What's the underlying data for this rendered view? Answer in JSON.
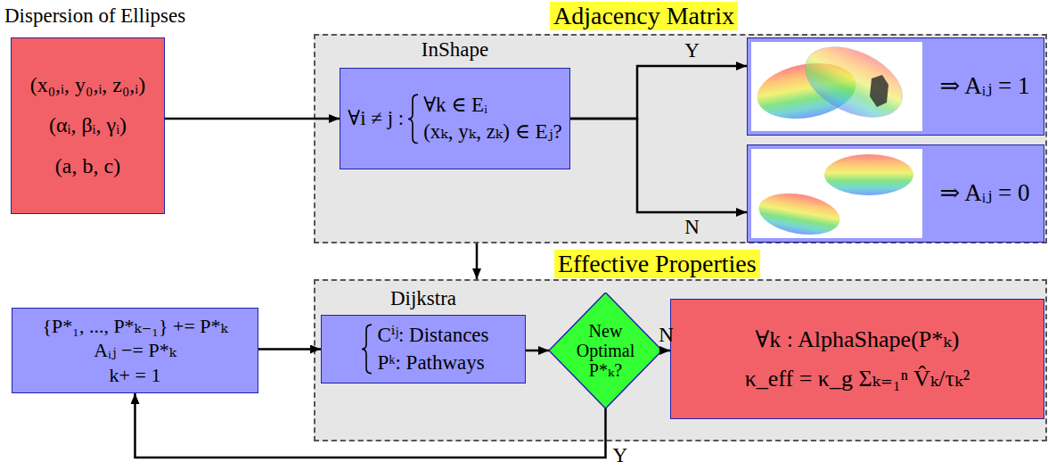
{
  "diagram": {
    "nodes": [
      {
        "text": [
          "Dispersion of Ellipses",
          "(x₀,ᵢ, y₀,ᵢ, z₀,ᵢ)",
          "(αᵢ, βᵢ, γᵢ)",
          "(a, b, c)"
        ]
      },
      {
        "text": [
          "Adjacency Matrix"
        ]
      },
      {
        "text": [
          "InShape",
          "∀i ≠ j :",
          "∀k ∈ Eᵢ",
          "(xₖ, yₖ, zₖ) ∈ Eⱼ?"
        ],
        "in": 1
      },
      {
        "text": [
          "⇒ Aᵢⱼ = 1"
        ],
        "in": 1
      },
      {
        "text": [
          "⇒ Aᵢⱼ = 0"
        ],
        "in": 1
      },
      {
        "text": [
          "{P*₁, ..., P*ₖ₋₁} += P*ₖ",
          "Aᵢⱼ −= P*ₖ",
          "k+ = 1"
        ]
      },
      {
        "text": [
          "Effective Properties"
        ]
      },
      {
        "text": [
          "Dijkstra",
          "Cⁱʲ: Distances",
          "Pᵏ: Pathways"
        ],
        "in": 6
      },
      {
        "text": [
          "New Optimal P*ₖ?"
        ],
        "in": 6
      },
      {
        "text": [
          "∀k : AlphaShape(P*ₖ)",
          "κ_eff = κ_g Σₖ₌₁ⁿ V̂ₖ/τₖ²"
        ],
        "in": 6
      }
    ],
    "edges": [
      {
        "from": 0,
        "to": 2,
        "arrow": "to"
      },
      {
        "from": 2,
        "to": 3,
        "arrow": "to",
        "label": "Y"
      },
      {
        "from": 2,
        "to": 4,
        "arrow": "to",
        "label": "N"
      },
      {
        "from": 1,
        "to": 6,
        "arrow": "to"
      },
      {
        "from": 5,
        "to": 7,
        "arrow": "to"
      },
      {
        "from": 7,
        "to": 8,
        "arrow": "to"
      },
      {
        "from": 8,
        "to": 9,
        "arrow": "to",
        "label": "N"
      },
      {
        "from": 8,
        "to": 5,
        "arrow": "to",
        "label": "Y"
      }
    ]
  }
}
